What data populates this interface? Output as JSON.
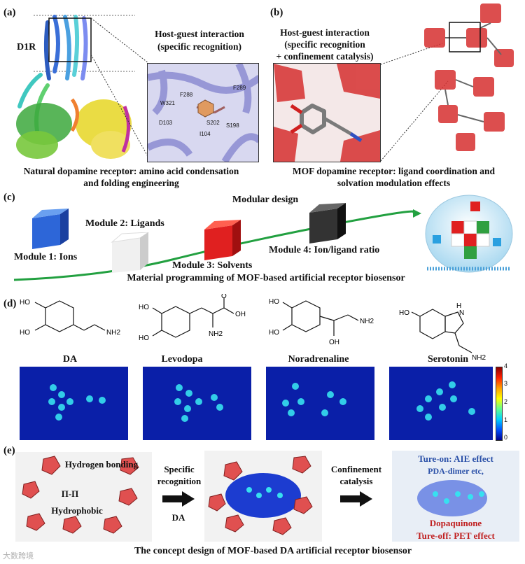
{
  "panel_a": {
    "label": "(a)",
    "protein_label": "D1R",
    "title_line1": "Host-guest interaction",
    "title_line2": "(specific recognition)",
    "residues": [
      "F288",
      "F289",
      "W321",
      "D103",
      "S202",
      "S198",
      "I104"
    ],
    "caption_line1": "Natural dopamine receptor: amino acid condensation",
    "caption_line2": "and folding engineering"
  },
  "panel_b": {
    "label": "(b)",
    "title_line1": "Host-guest interaction",
    "title_line2": "(specific recognition",
    "title_line3": "+ confinement catalysis)",
    "caption_line1": "MOF dopamine receptor: ligand coordination and",
    "caption_line2": "solvation modulation effects"
  },
  "panel_c": {
    "label": "(c)",
    "title": "Modular design",
    "module1": "Module 1: Ions",
    "module2": "Module 2: Ligands",
    "module3": "Module 3: Solvents",
    "module4": "Module 4: Ion/ligand ratio",
    "caption": "Material programming of MOF-based artificial receptor biosensor"
  },
  "panel_d": {
    "label": "(d)",
    "molecules": [
      "DA",
      "Levodopa",
      "Noradrenaline",
      "Serotonin"
    ],
    "colorbar_ticks": [
      "4",
      "3",
      "2",
      "1",
      "0"
    ],
    "colorbar_colors": [
      "#8b0000",
      "#ff2000",
      "#ffa000",
      "#ffff00",
      "#60ff90",
      "#00d0ff",
      "#0050ff",
      "#000090"
    ]
  },
  "panel_e": {
    "label": "(e)",
    "interactions": [
      "Hydrogen bonding",
      "Π-Π",
      "Hydrophobic"
    ],
    "arrow1_line1": "Specific",
    "arrow1_line2": "recognition",
    "arrow1_sub": "DA",
    "arrow2_line1": "Confinement",
    "arrow2_line2": "catalysis",
    "turn_on": "Ture-on: AIE effect",
    "turn_on_sub": "PDA-dimer etc,",
    "dopaquinone": "Dopaquinone",
    "turn_off": "Ture-off: PET effect",
    "caption": "The concept design of MOF-based DA artificial receptor biosensor"
  },
  "watermark": "大数跨境"
}
